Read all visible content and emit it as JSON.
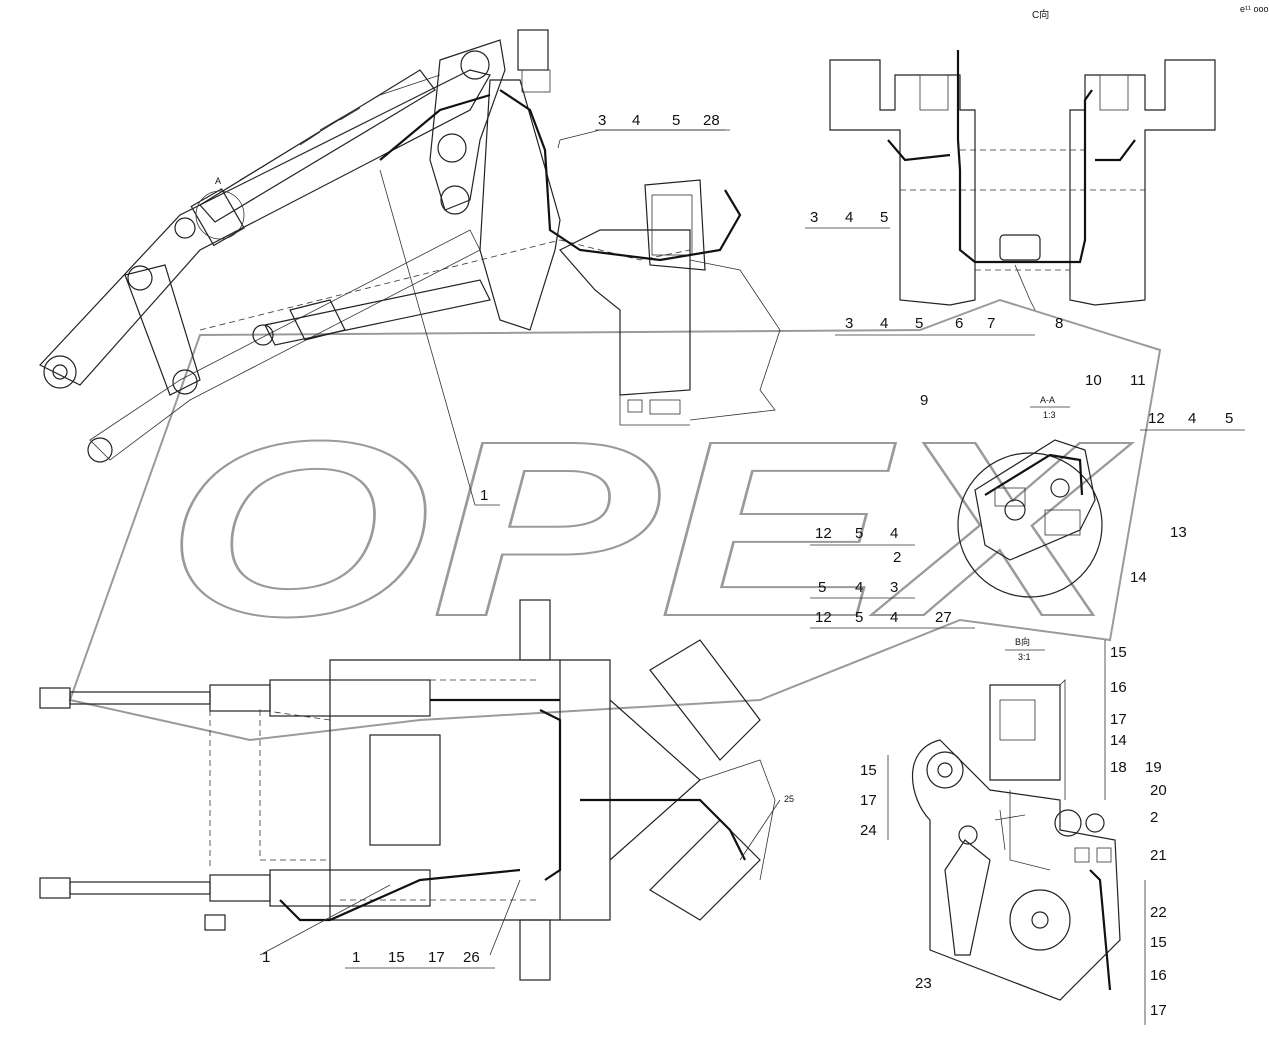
{
  "view_labels": {
    "c_view": "C向",
    "section_aa": "A-A",
    "section_aa_scale": "1:3",
    "b_view": "B向",
    "b_view_scale": "3:1",
    "detail_a": "A",
    "corner_mark": "e¹¹ ooo"
  },
  "watermark": {
    "text": "OPEX"
  },
  "callouts": {
    "side_top": [
      "3",
      "4",
      "5",
      "28"
    ],
    "side_mid": [
      "1"
    ],
    "cview_row1": [
      "3",
      "4",
      "5"
    ],
    "cview_row2": [
      "3",
      "4",
      "5",
      "6",
      "7"
    ],
    "cview_8": "8",
    "aa_9": "9",
    "aa_10": "10",
    "aa_11": "11",
    "aa_right": [
      "12",
      "4",
      "5"
    ],
    "aa_13": "13",
    "aa_14": "14",
    "aa_left1": [
      "12",
      "5",
      "4"
    ],
    "aa_2": "2",
    "aa_left2": [
      "5",
      "4",
      "3"
    ],
    "aa_left3": [
      "12",
      "5",
      "4",
      "27"
    ],
    "top_25": "25",
    "top_1a": "1",
    "top_bottom": [
      "1",
      "15",
      "17",
      "26"
    ],
    "b_right1": [
      "15",
      "16",
      "17",
      "14",
      "18"
    ],
    "b_19": "19",
    "b_20": "20",
    "b_2": "2",
    "b_21": "21",
    "b_22": "22",
    "b_right2": [
      "15",
      "16",
      "17"
    ],
    "b_left": [
      "15",
      "17",
      "24"
    ],
    "b_23": "23"
  },
  "colors": {
    "line": "#222222",
    "watermark": "#9a9a9a",
    "background": "#ffffff"
  }
}
